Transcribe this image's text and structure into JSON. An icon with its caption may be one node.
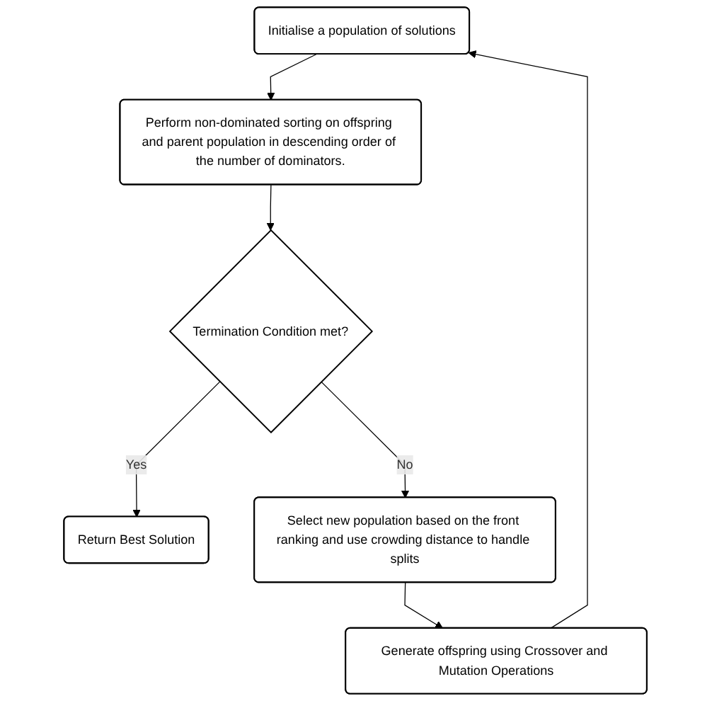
{
  "diagram": {
    "nodes": [
      {
        "text": [
          "Initialise a population of solutions"
        ]
      },
      {
        "text": [
          "Perform non-dominated sorting on offspring and parent population in descending order of the number of dominators."
        ]
      },
      {
        "text": [
          "Termination Condition met?"
        ]
      },
      {
        "text": [
          "Return Best Solution"
        ]
      },
      {
        "text": [
          "Select new population based on the front ranking and use crowding distance to handle splits"
        ]
      },
      {
        "text": [
          "Generate offspring using Crossover and Mutation Operations"
        ]
      }
    ],
    "edges": [
      {
        "from": 0,
        "to": 1,
        "arrow": "to"
      },
      {
        "from": 1,
        "to": 2,
        "arrow": "to"
      },
      {
        "from": 2,
        "to": 3,
        "arrow": "to",
        "label": "Yes"
      },
      {
        "from": 2,
        "to": 4,
        "arrow": "to",
        "label": "No"
      },
      {
        "from": 4,
        "to": 5,
        "arrow": "to"
      },
      {
        "from": 5,
        "to": 0,
        "arrow": "to"
      }
    ]
  }
}
